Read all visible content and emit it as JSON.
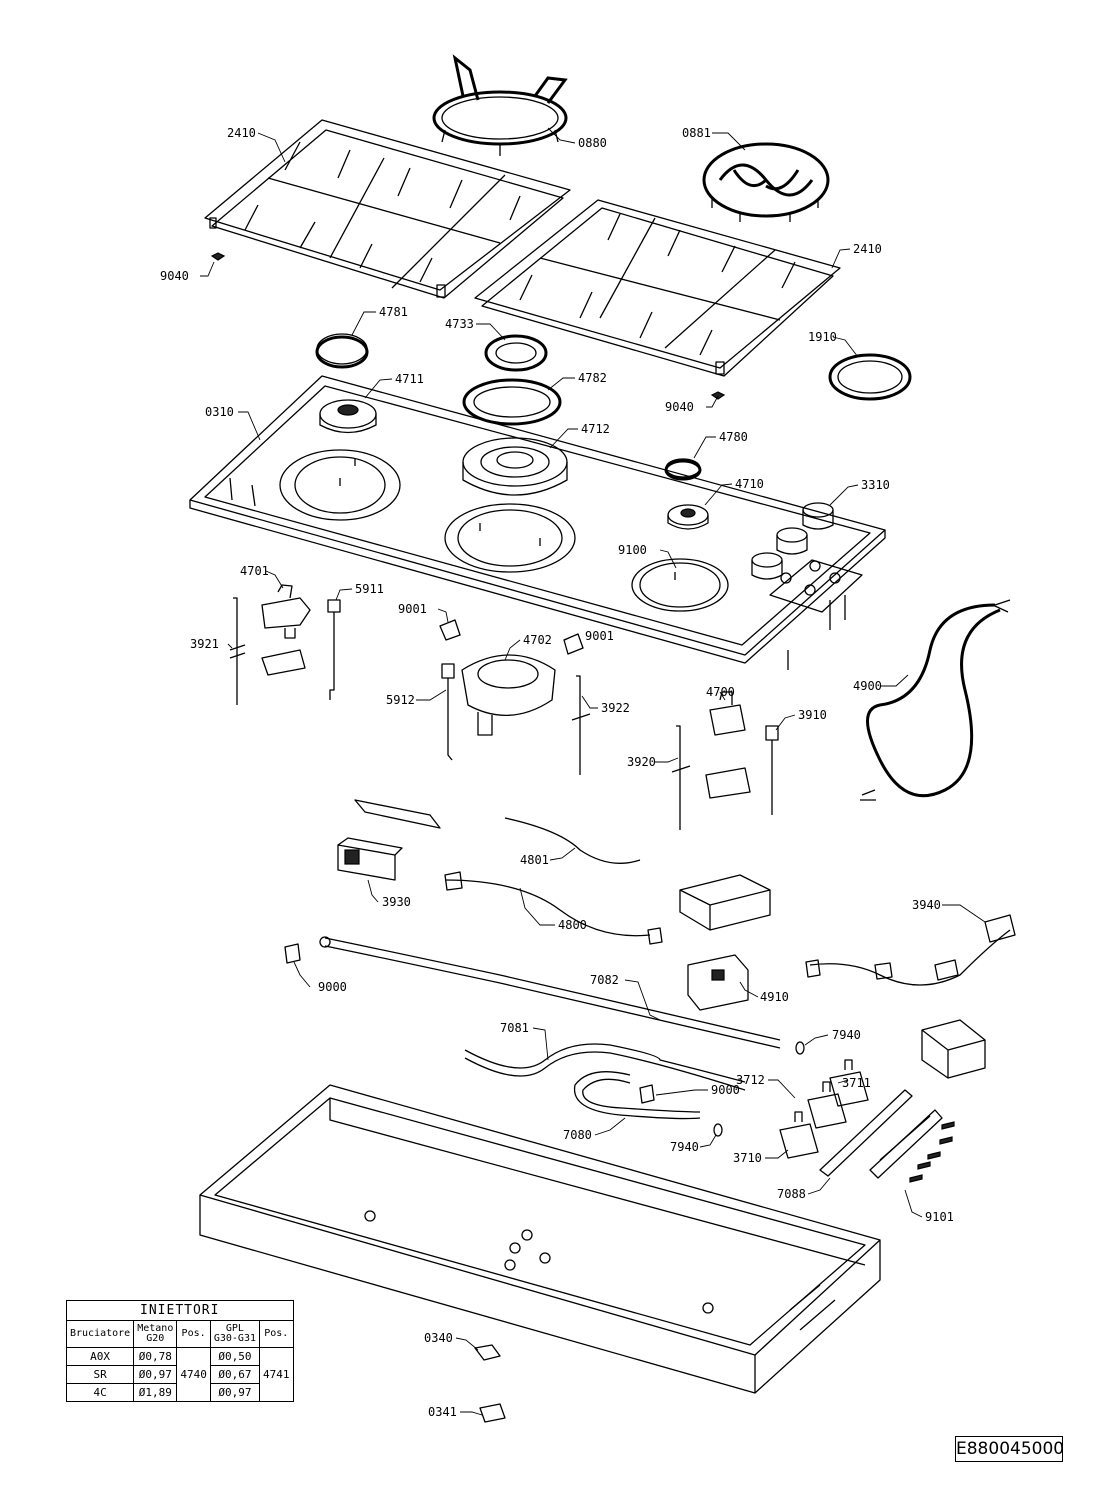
{
  "labels": {
    "grid_left": "2410",
    "grid_right": "2410",
    "wok_support": "0880",
    "ring_support": "0881",
    "foot_left": "9040",
    "foot_right": "9040",
    "cap_small": "4781",
    "cap_medium_ring": "4733",
    "inner_ring": "4782",
    "ring_1910": "1910",
    "cap_4780": "4780",
    "hob_top": "0310",
    "burner_4711": "4711",
    "burner_4712": "4712",
    "burner_4710": "4710",
    "knob": "3310",
    "screw_9100": "9100",
    "clip_left": "9001",
    "clip_right": "9001",
    "valve_4701": "4701",
    "valve_4702": "4702",
    "valve_4700": "4700",
    "thermo_5911": "5911",
    "thermo_5912": "5912",
    "thermo_3910": "3910",
    "elec_3921": "3921",
    "elec_3922": "3922",
    "elec_3920": "3920",
    "cable_4900": "4900",
    "wire_4801": "4801",
    "generator_3930": "3930",
    "wire_4800": "4800",
    "harness_3940": "3940",
    "clip_9000_left": "9000",
    "clip_9000_mid": "9000",
    "box_4910": "4910",
    "pipe_7082": "7082",
    "pipe_7081": "7081",
    "pipe_7080": "7080",
    "seal_7940_top": "7940",
    "seal_7940_bot": "7940",
    "valve_3712": "3712",
    "valve_3711": "3711",
    "valve_3710": "3710",
    "rail_7088": "7088",
    "screws_9101": "9101",
    "bracket_0340": "0340",
    "bracket_0341": "0341"
  },
  "injector_table": {
    "title": "INIETTORI",
    "headers": {
      "burner": "Bruciatore",
      "methane": "Metano",
      "methane_sub": "G20",
      "pos1": "Pos.",
      "lpg": "GPL",
      "lpg_sub": "G30-G31",
      "pos2": "Pos."
    },
    "rows": [
      {
        "burner": "A0X",
        "methane": "Ø0,78",
        "lpg": "Ø0,50"
      },
      {
        "burner": "SR",
        "methane": "Ø0,97",
        "lpg": "Ø0,67"
      },
      {
        "burner": "4C",
        "methane": "Ø1,89",
        "lpg": "Ø0,97"
      }
    ],
    "pos_methane": "4740",
    "pos_lpg": "4741"
  },
  "drawing_code": "E880045000"
}
